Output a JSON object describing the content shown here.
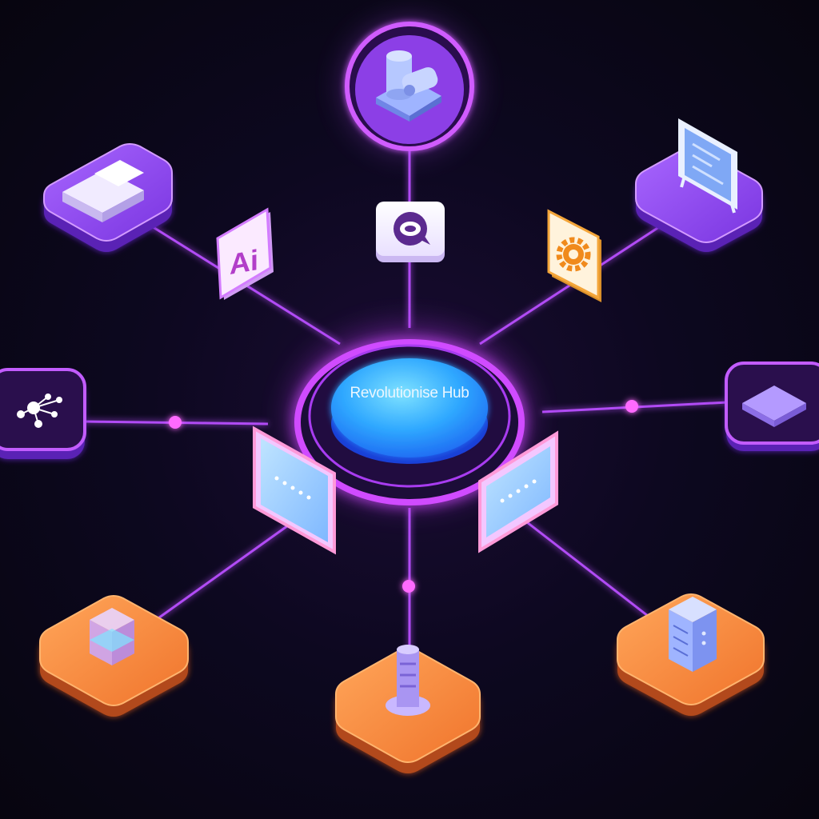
{
  "hub": {
    "label": "Revolutionise Hub"
  },
  "tiles": {
    "ai_tile_text": "Ai"
  },
  "nodes": [
    {
      "id": "database",
      "icon": "database-icon"
    },
    {
      "id": "chat",
      "icon": "chat-bubble-icon"
    },
    {
      "id": "monitor",
      "icon": "monitor-icon"
    },
    {
      "id": "ai",
      "icon": "ai-app-icon"
    },
    {
      "id": "settings",
      "icon": "gear-icon"
    },
    {
      "id": "blocks",
      "icon": "blocks-icon"
    },
    {
      "id": "network",
      "icon": "network-graph-icon"
    },
    {
      "id": "diamond",
      "icon": "diamond-tile-icon"
    },
    {
      "id": "screen-left",
      "icon": "screen-panel-icon"
    },
    {
      "id": "screen-right",
      "icon": "screen-panel-icon"
    },
    {
      "id": "glass-cube",
      "icon": "glass-cube-icon"
    },
    {
      "id": "antenna",
      "icon": "antenna-tower-icon"
    },
    {
      "id": "server",
      "icon": "server-icon"
    }
  ],
  "colors": {
    "background": "#0b0718",
    "connector": "#b14cf5",
    "purple_platform": "#8f4bf0",
    "orange_platform": "#f28a3a",
    "hub_blue": "#3ab4ff",
    "hub_ring": "#c63bff"
  }
}
